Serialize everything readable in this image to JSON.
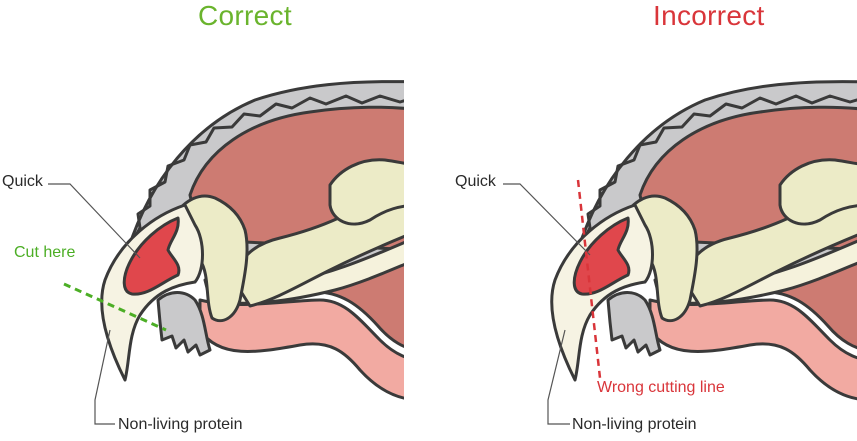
{
  "left_panel": {
    "title": "Correct",
    "quick_label": "Quick",
    "cut_label": "Cut here",
    "protein_label": "Non-living protein"
  },
  "right_panel": {
    "title": "Incorrect",
    "quick_label": "Quick",
    "wrong_label": "Wrong cutting line",
    "protein_label": "Non-living protein"
  },
  "colors": {
    "correct": "#6ab42d",
    "incorrect": "#d9353a",
    "fur": "#c9c9cb",
    "outline": "#3a3a3a",
    "muscle": "#cd7b72",
    "bone": "#ecebc7",
    "quick": "#e0474c",
    "nail": "#f6f3e3",
    "skin_pink": "#f2aaa2"
  }
}
